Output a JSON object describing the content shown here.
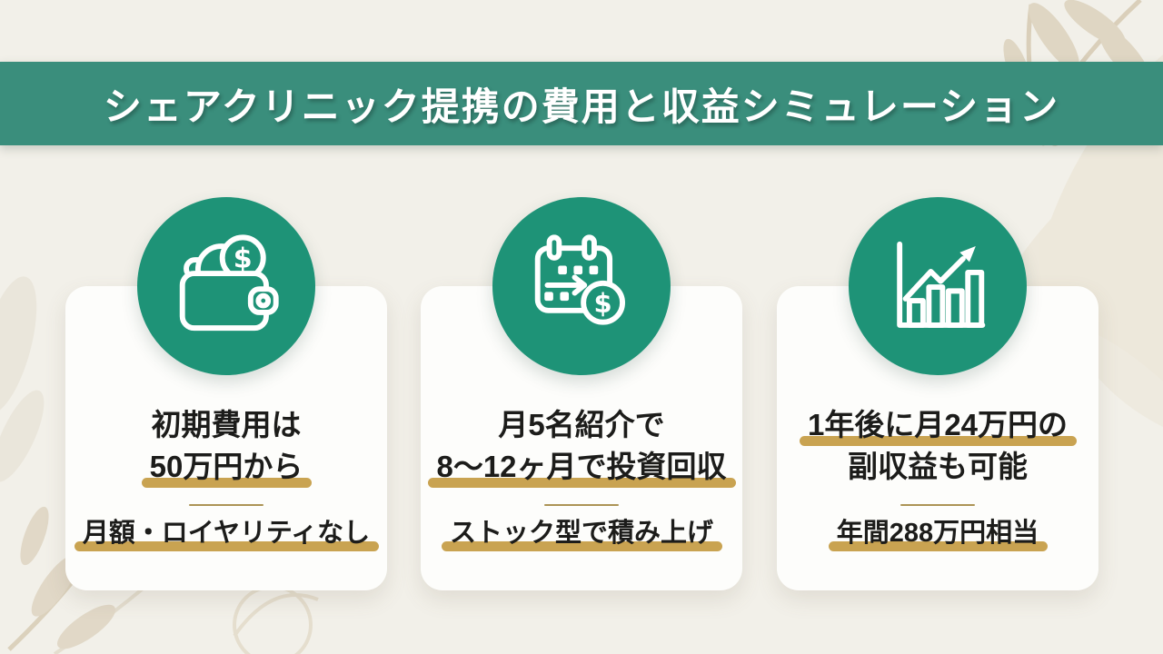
{
  "page": {
    "title": "シェアクリニック提携の費用と収益シミュレーション"
  },
  "colors": {
    "background": "#f2f0e9",
    "banner_teal": "#3a8e7c",
    "circle_teal": "#1e9377",
    "card_white": "#fdfdfb",
    "text_black": "#1c1c1a",
    "gold_highlight": "#c9a351",
    "gold_divider": "#ac9455",
    "leaf_beige": "#ddd3bf"
  },
  "cards": [
    {
      "icon": "wallet-coins-icon",
      "headline_line1": "初期費用は",
      "headline_line2": "50万円から",
      "headline_underline": "line2",
      "subtext": "月額・ロイヤリティなし"
    },
    {
      "icon": "calendar-coin-icon",
      "headline_line1": "月5名紹介で",
      "headline_line2": "8〜12ヶ月で投資回収",
      "headline_underline": "line2",
      "subtext": "ストック型で積み上げ"
    },
    {
      "icon": "growth-chart-icon",
      "headline_line1": "1年後に月24万円の",
      "headline_line2": "副収益も可能",
      "headline_underline": "line1",
      "subtext": "年間288万円相当"
    }
  ],
  "icon_dollar_symbol": "$"
}
